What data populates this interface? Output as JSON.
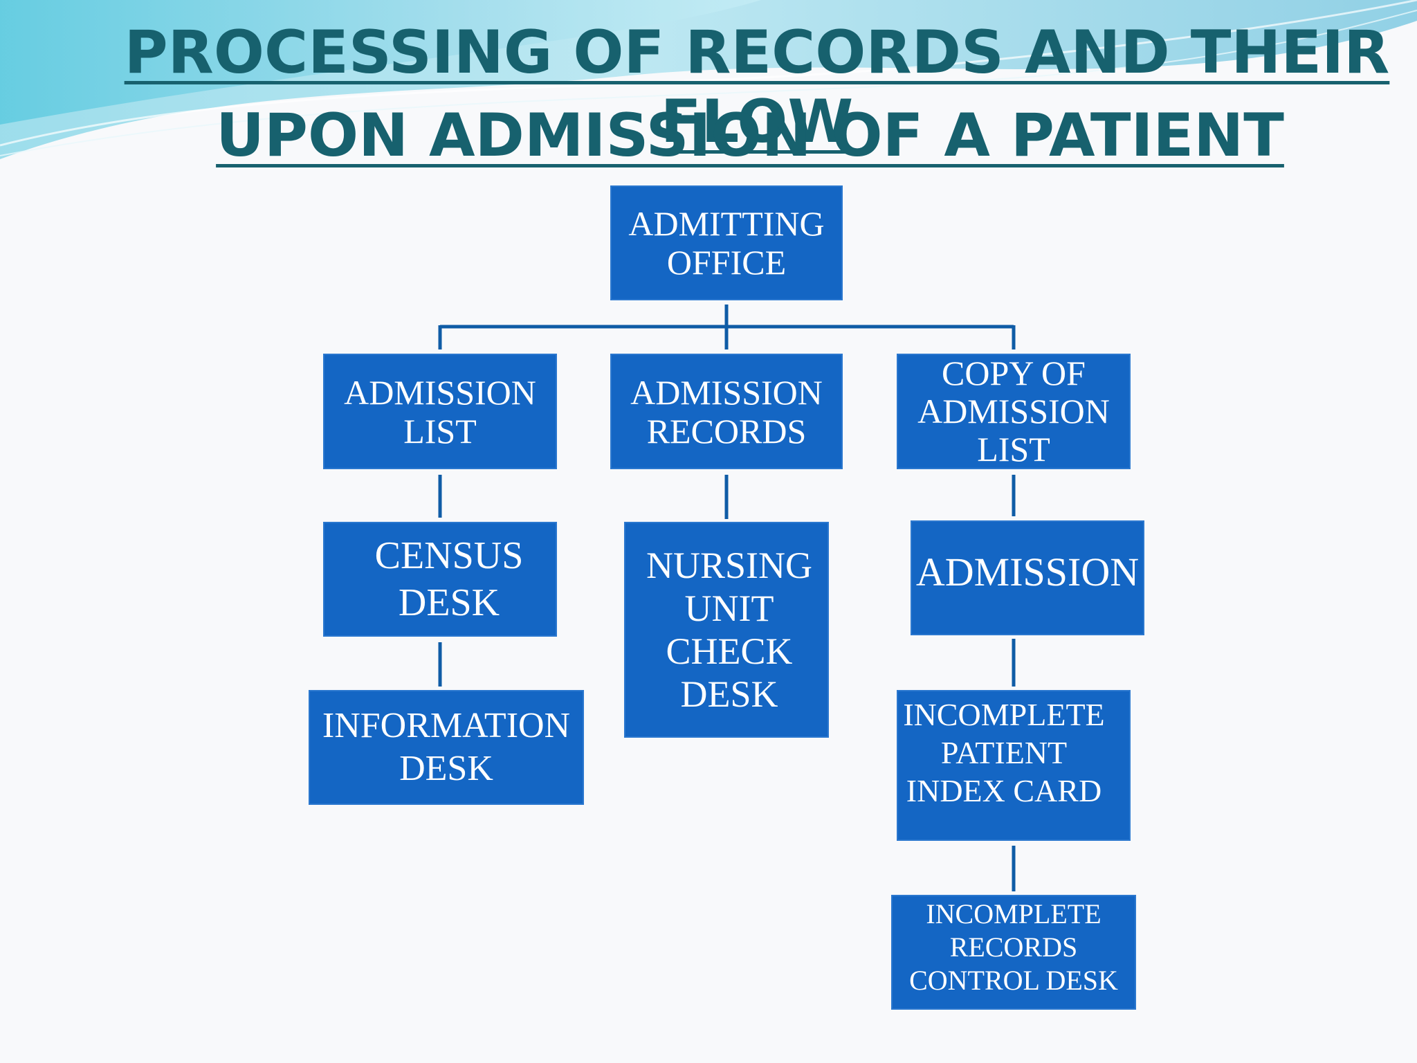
{
  "title": {
    "line1": "PROCESSING OF RECORDS AND THEIR FLOW",
    "line2": "UPON ADMISSION OF A PATIENT"
  },
  "nodes": {
    "admitting_office": "ADMITTING\nOFFICE",
    "admission_list": "ADMISSION\nLIST",
    "admission_records": "ADMISSION\nRECORDS",
    "copy_admission_list": "COPY OF\nADMISSION\nLIST",
    "census_desk": "CENSUS\nDESK",
    "nursing_unit_check_desk": "NURSING\nUNIT\nCHECK\nDESK",
    "admission": "ADMISSION",
    "information_desk": "INFORMATION\nDESK",
    "incomplete_patient_index_card": "INCOMPLETE\nPATIENT\nINDEX CARD",
    "incomplete_records_control_desk": "INCOMPLETE\nRECORDS\nCONTROL DESK"
  },
  "colors": {
    "box_fill": "#1466c4",
    "connector": "#0f5ca6",
    "title_text": "#17616e",
    "box_text": "#ffffff"
  }
}
